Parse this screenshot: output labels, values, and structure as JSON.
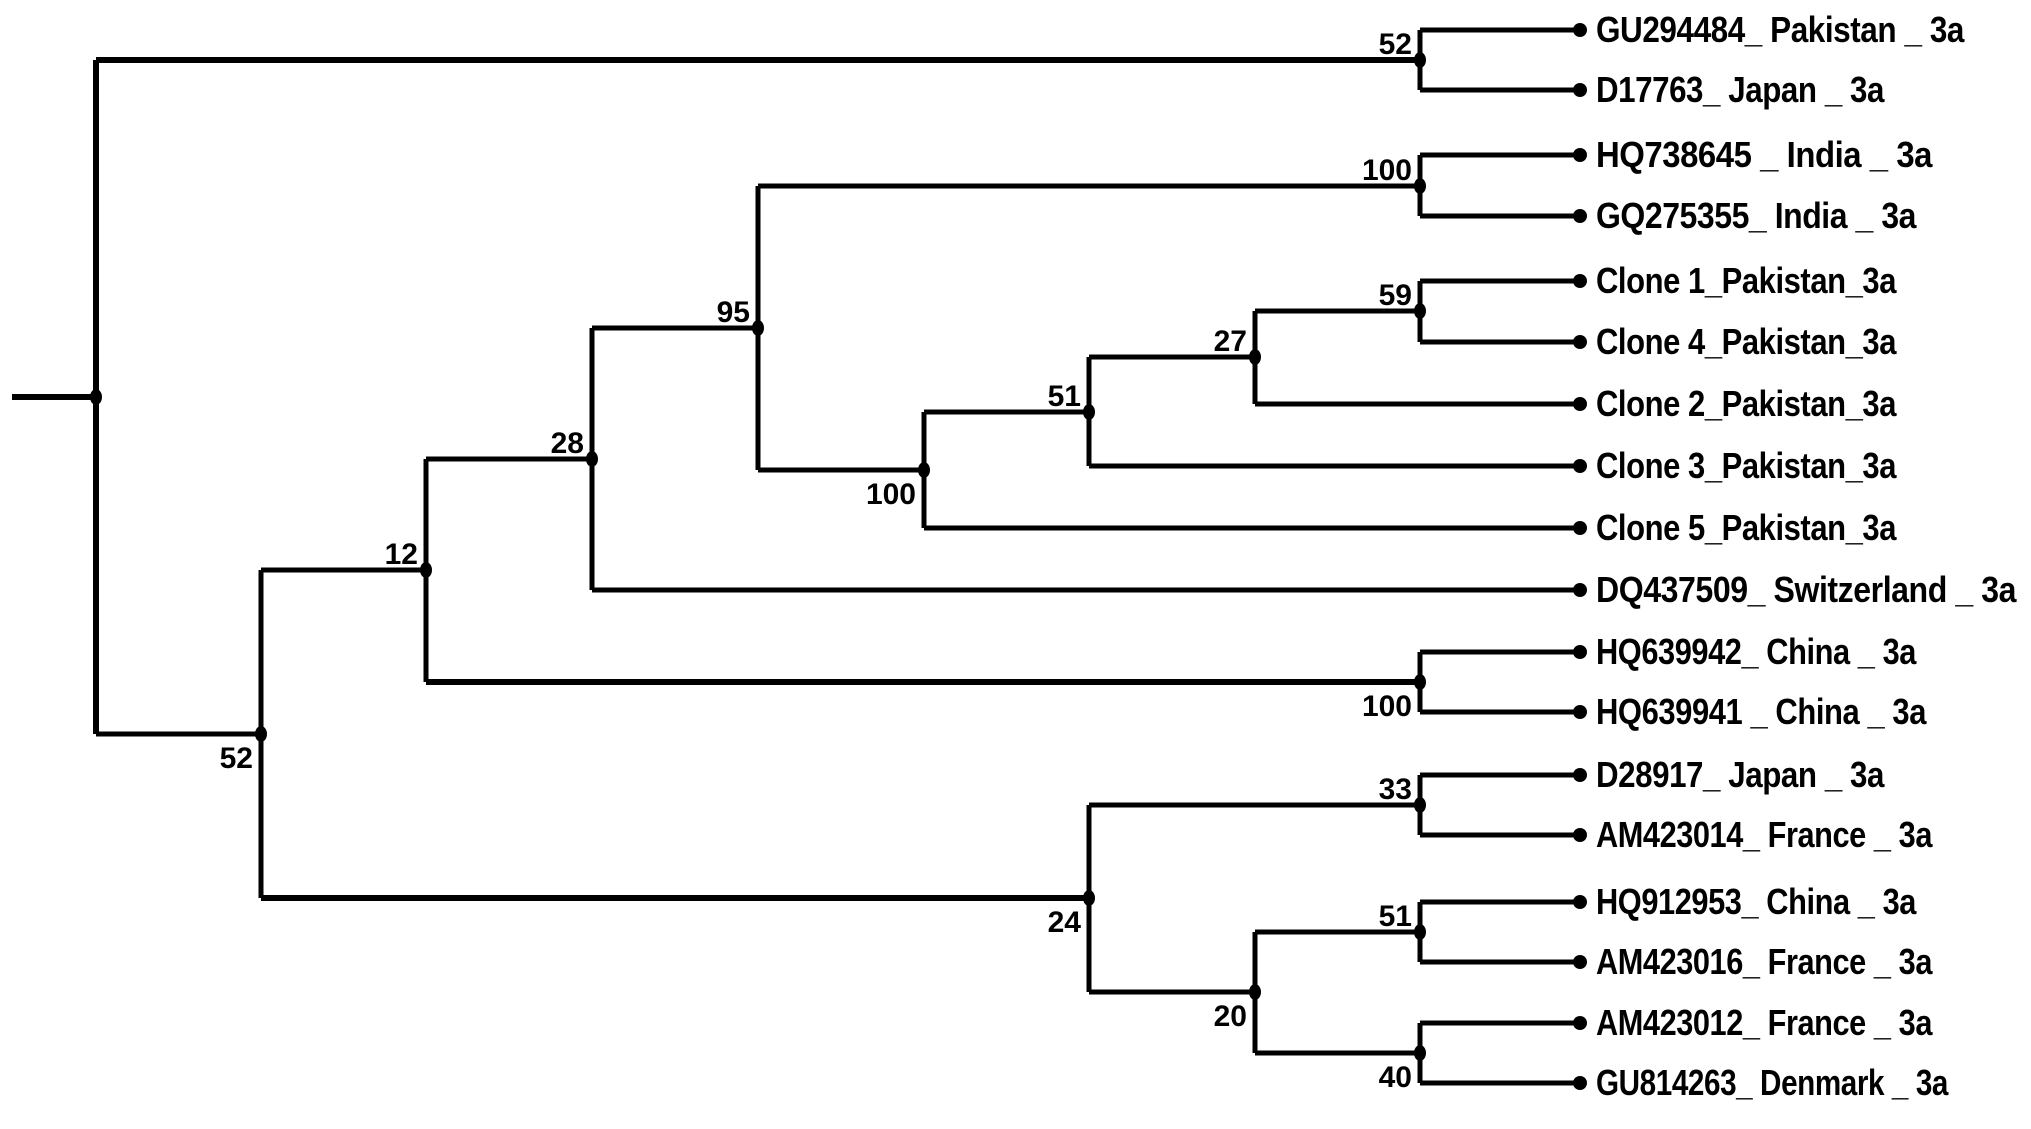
{
  "figure": {
    "type": "phylogenetic_tree_cladogram",
    "orientation": "left-to-right, tips aligned right",
    "background_color": "#ffffff",
    "line_color": "#000000",
    "tip_marker": "filled black circle",
    "node_values_meaning": "bootstrap support values"
  },
  "taxa": [
    {
      "label": "GU294484_ Pakistan _ 3a"
    },
    {
      "label": "D17763_ Japan _ 3a"
    },
    {
      "label": "HQ738645 _ India _ 3a"
    },
    {
      "label": "GQ275355_ India _ 3a"
    },
    {
      "label": "Clone 1_Pakistan_3a"
    },
    {
      "label": "Clone 4_Pakistan_3a"
    },
    {
      "label": "Clone 2_Pakistan_3a"
    },
    {
      "label": "Clone 3_Pakistan_3a"
    },
    {
      "label": "Clone 5_Pakistan_3a"
    },
    {
      "label": "DQ437509_ Switzerland _ 3a"
    },
    {
      "label": "HQ639942_ China _ 3a"
    },
    {
      "label": "HQ639941 _ China _ 3a"
    },
    {
      "label": "D28917_ Japan _ 3a"
    },
    {
      "label": "AM423014_ France _ 3a"
    },
    {
      "label": "HQ912953_ China _ 3a"
    },
    {
      "label": "AM423016_ France _ 3a"
    },
    {
      "label": "AM423012_ France _ 3a"
    },
    {
      "label": "GU814263_ Denmark _ 3a"
    }
  ],
  "bootstrap": {
    "top_pair": "52",
    "india_pair": "100",
    "clone1_clone4_pair": "59",
    "clone2_node": "27",
    "clone3_node": "51",
    "clones_root": "100",
    "india_plus_clones": "95",
    "switzerland_node": "28",
    "china_join_node": "12",
    "china_pair": "100",
    "main_lower_clade": "52",
    "bottom_clade": "24",
    "japan_france_pair": "33",
    "china_france_denmark": "20",
    "china_france_pair": "51",
    "france_denmark_pair": "40"
  }
}
